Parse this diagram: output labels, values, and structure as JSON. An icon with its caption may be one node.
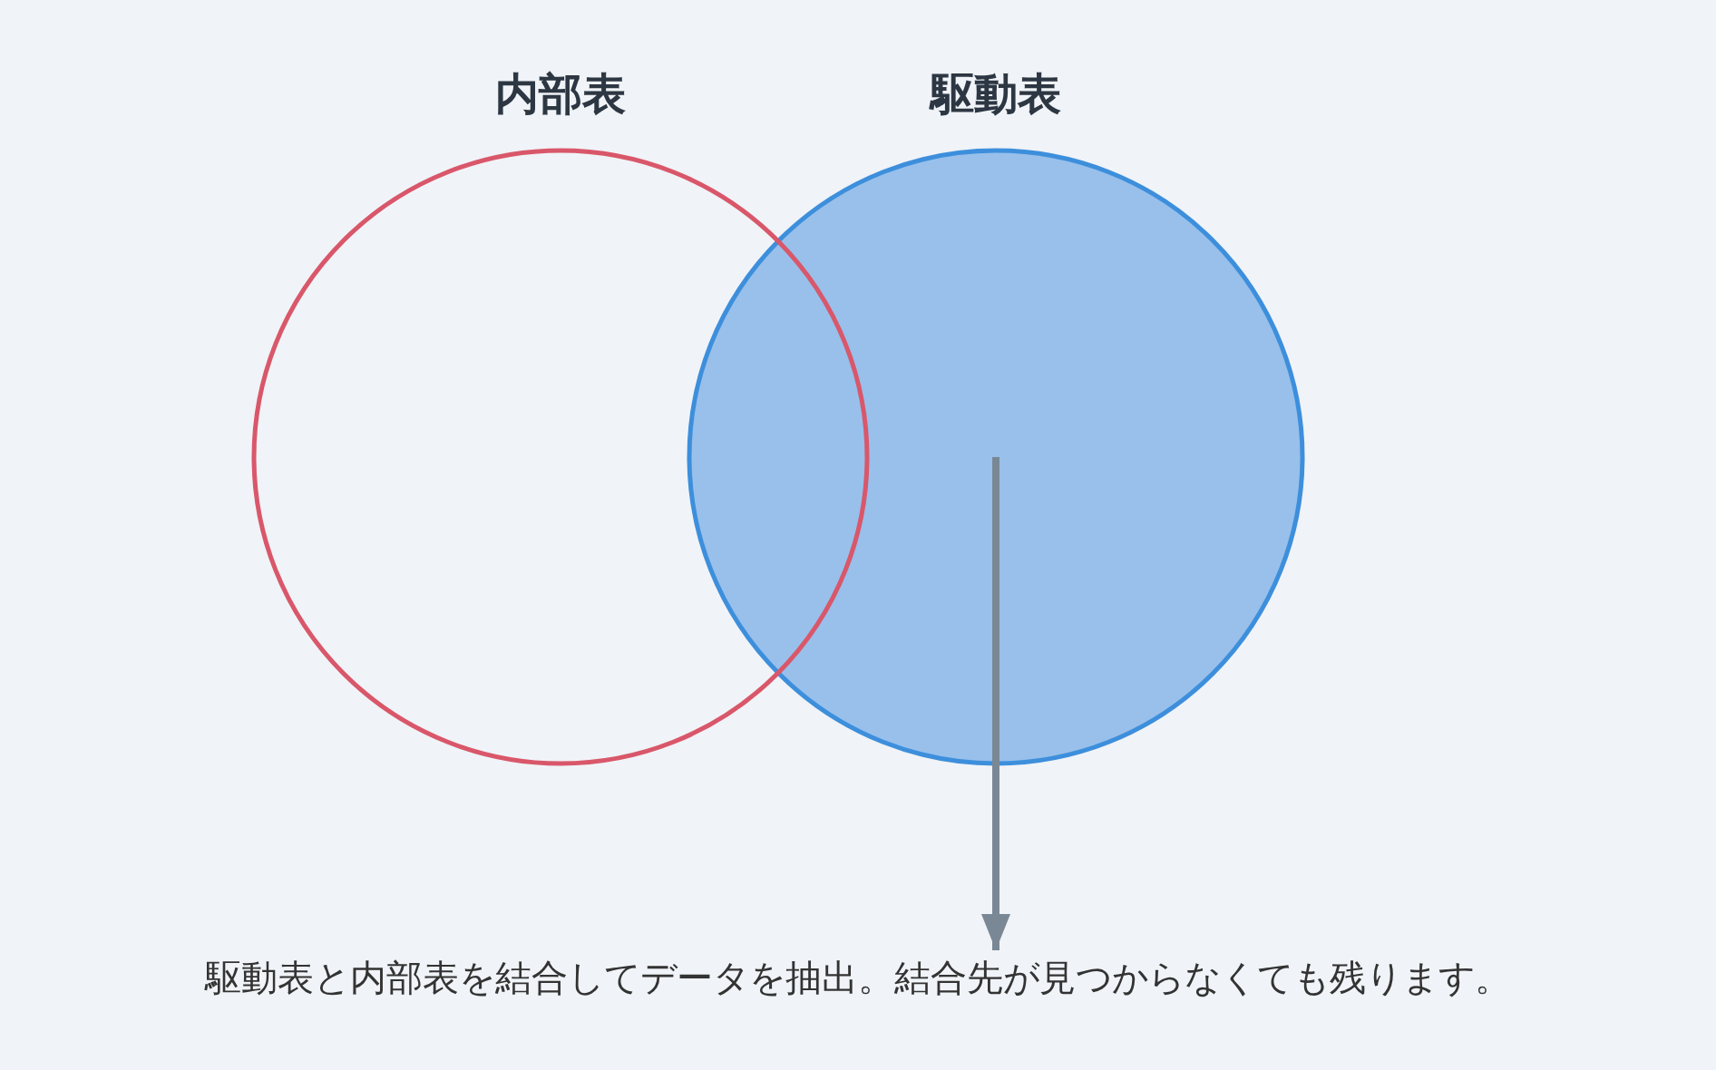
{
  "diagram": {
    "nodes": [
      {
        "text": [
          "内部表"
        ]
      },
      {
        "text": [
          "駆動表"
        ]
      },
      {
        "text": [
          "駆動表と内部表を結合してデータを抽出。結合先が見つからなくても残ります。"
        ]
      }
    ],
    "edges": [
      {
        "from": 1,
        "to": 2,
        "arrow": "to"
      }
    ]
  }
}
